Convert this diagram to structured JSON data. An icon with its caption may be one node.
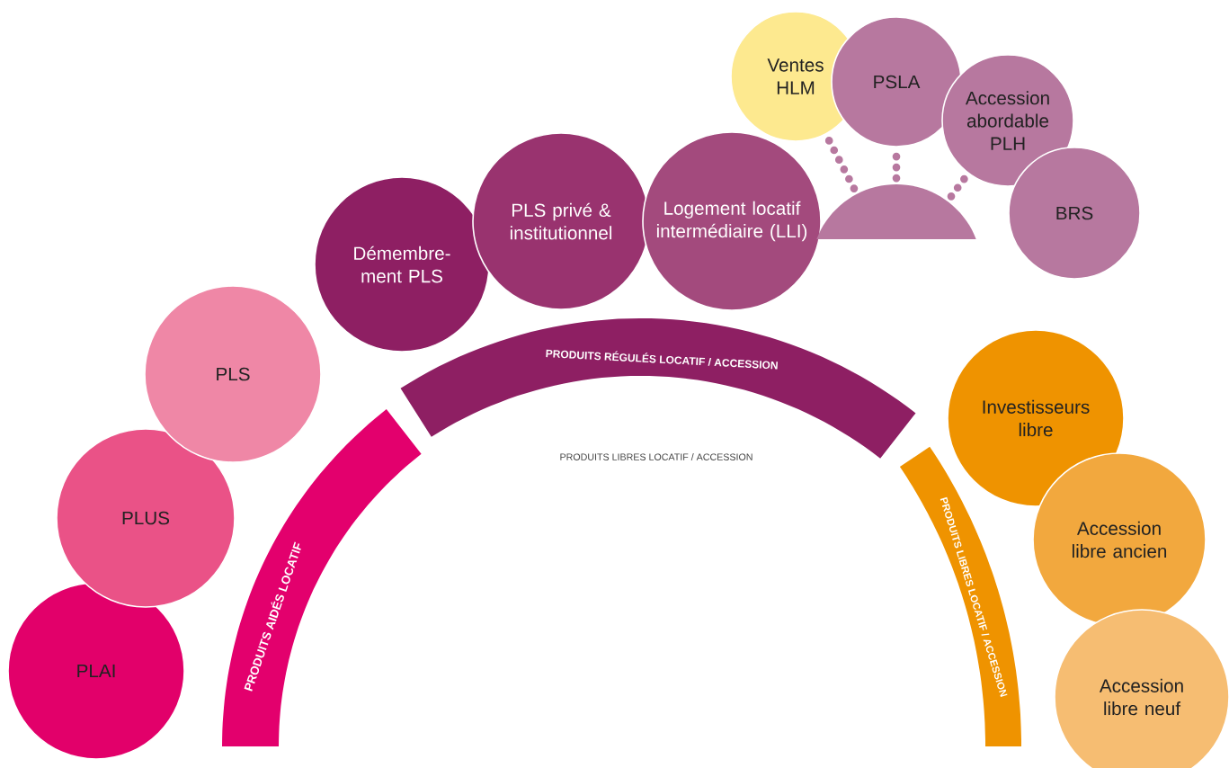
{
  "diagram": {
    "nodes": [
      {
        "text": [
          "PLAI"
        ]
      },
      {
        "text": [
          "PLUS"
        ]
      },
      {
        "text": [
          "PLS"
        ]
      },
      {
        "text": [
          "Démembre- ment PLS"
        ]
      },
      {
        "text": [
          "PLS privé & institutionnel"
        ]
      },
      {
        "text": [
          "Logement locatif intermédiaire (LLI)"
        ]
      },
      {
        "text": [
          "Ventes HLM"
        ]
      },
      {
        "text": [
          "PSLA"
        ]
      },
      {
        "text": [
          "Accession abordable PLH"
        ]
      },
      {
        "text": [
          "BRS"
        ]
      },
      {
        "text": [],
        "shape": "semicircle"
      },
      {
        "text": [
          "Investisseurs libre"
        ]
      },
      {
        "text": [
          "Accession libre ancien"
        ]
      },
      {
        "text": [
          "Accession libre neuf"
        ]
      },
      {
        "text": [
          "PRODUITS AIDÉS LOCATIF"
        ]
      },
      {
        "text": [
          "PRODUITS RÉGULÉS LOCATIF / ACCESSION"
        ]
      },
      {
        "text": [
          "PRODUITS LIBRES LOCATIF / ACCESSION"
        ]
      }
    ],
    "edges": [
      {
        "from": 10,
        "to": 6,
        "arrow": "none",
        "style": "dashed"
      },
      {
        "from": 10,
        "to": 7,
        "arrow": "none",
        "style": "dashed"
      },
      {
        "from": 10,
        "to": 8,
        "arrow": "none",
        "style": "dashed"
      }
    ],
    "labels": [
      "PRODUITS LIBRES LOCATIF / ACCESSION"
    ]
  }
}
